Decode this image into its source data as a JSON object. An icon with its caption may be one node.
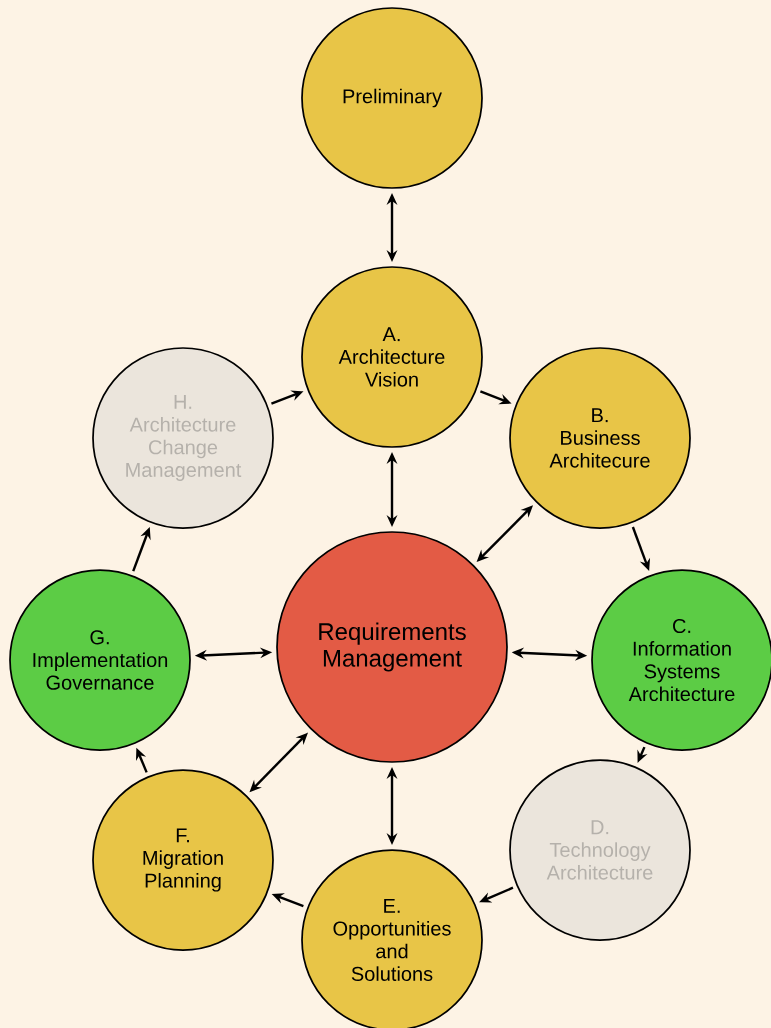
{
  "diagram": {
    "nodes": [
      {
        "text": [
          "Preliminary"
        ]
      },
      {
        "text": [
          "A.",
          "Architecture Vision"
        ]
      },
      {
        "text": [
          "B.",
          "Business Architecure"
        ]
      },
      {
        "text": [
          "C.",
          "Information Systems Architecture"
        ]
      },
      {
        "text": [
          "D.",
          "Technology Architecture"
        ]
      },
      {
        "text": [
          "E.",
          "Opportunities and Solutions"
        ]
      },
      {
        "text": [
          "F.",
          "Migration Planning"
        ]
      },
      {
        "text": [
          "G.",
          "Implementation Governance"
        ]
      },
      {
        "text": [
          "H.",
          "Architecture Change Management"
        ]
      },
      {
        "text": [
          "Requirements Management"
        ]
      }
    ],
    "edges": [
      {
        "from": 0,
        "to": 1,
        "arrow": "both"
      },
      {
        "from": 1,
        "to": 2,
        "arrow": "to"
      },
      {
        "from": 2,
        "to": 3,
        "arrow": "to"
      },
      {
        "from": 3,
        "to": 4,
        "arrow": "to"
      },
      {
        "from": 4,
        "to": 5,
        "arrow": "to"
      },
      {
        "from": 5,
        "to": 6,
        "arrow": "to"
      },
      {
        "from": 6,
        "to": 7,
        "arrow": "to"
      },
      {
        "from": 7,
        "to": 8,
        "arrow": "to"
      },
      {
        "from": 8,
        "to": 1,
        "arrow": "to"
      },
      {
        "from": 9,
        "to": 1,
        "arrow": "both"
      },
      {
        "from": 9,
        "to": 2,
        "arrow": "both"
      },
      {
        "from": 9,
        "to": 3,
        "arrow": "both"
      },
      {
        "from": 9,
        "to": 5,
        "arrow": "both"
      },
      {
        "from": 9,
        "to": 6,
        "arrow": "both"
      },
      {
        "from": 9,
        "to": 7,
        "arrow": "both"
      }
    ]
  }
}
